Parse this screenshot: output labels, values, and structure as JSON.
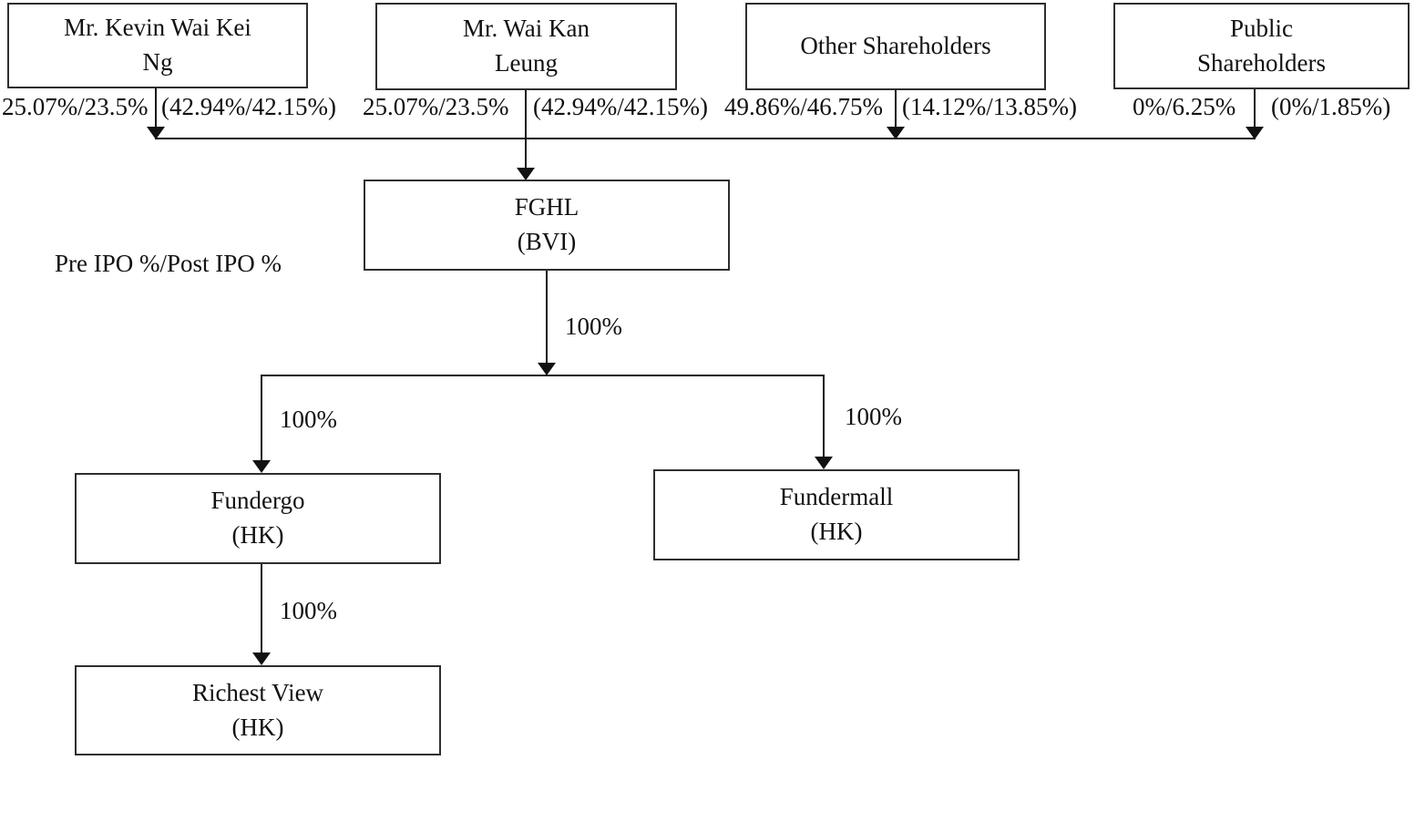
{
  "diagram": {
    "legend": "Pre IPO %/Post IPO %",
    "shareholders": [
      {
        "name": "Mr. Kevin Wai Kei\nNg",
        "pct": "25.07%/23.5%",
        "pct_paren": "(42.94%/42.15%)"
      },
      {
        "name": "Mr. Wai Kan\nLeung",
        "pct": "25.07%/23.5%",
        "pct_paren": "(42.94%/42.15%)"
      },
      {
        "name": "Other Shareholders",
        "pct": "49.86%/46.75%",
        "pct_paren": "(14.12%/13.85%)"
      },
      {
        "name": "Public\nShareholders",
        "pct": "0%/6.25%",
        "pct_paren": "(0%/1.85%)"
      }
    ],
    "companies": {
      "fghl": {
        "label": "FGHL\n(BVI)"
      },
      "fundergo": {
        "label": "Fundergo\n(HK)"
      },
      "fundermall": {
        "label": "Fundermall\n(HK)"
      },
      "richest_view": {
        "label": "Richest View\n(HK)"
      }
    },
    "edges": {
      "fghl_down": "100%",
      "to_fundergo": "100%",
      "to_fundermall": "100%",
      "to_richest_view": "100%"
    },
    "colors": {
      "line": "#151515",
      "box_border": "#2e2e2e",
      "background": "#ffffff"
    }
  }
}
